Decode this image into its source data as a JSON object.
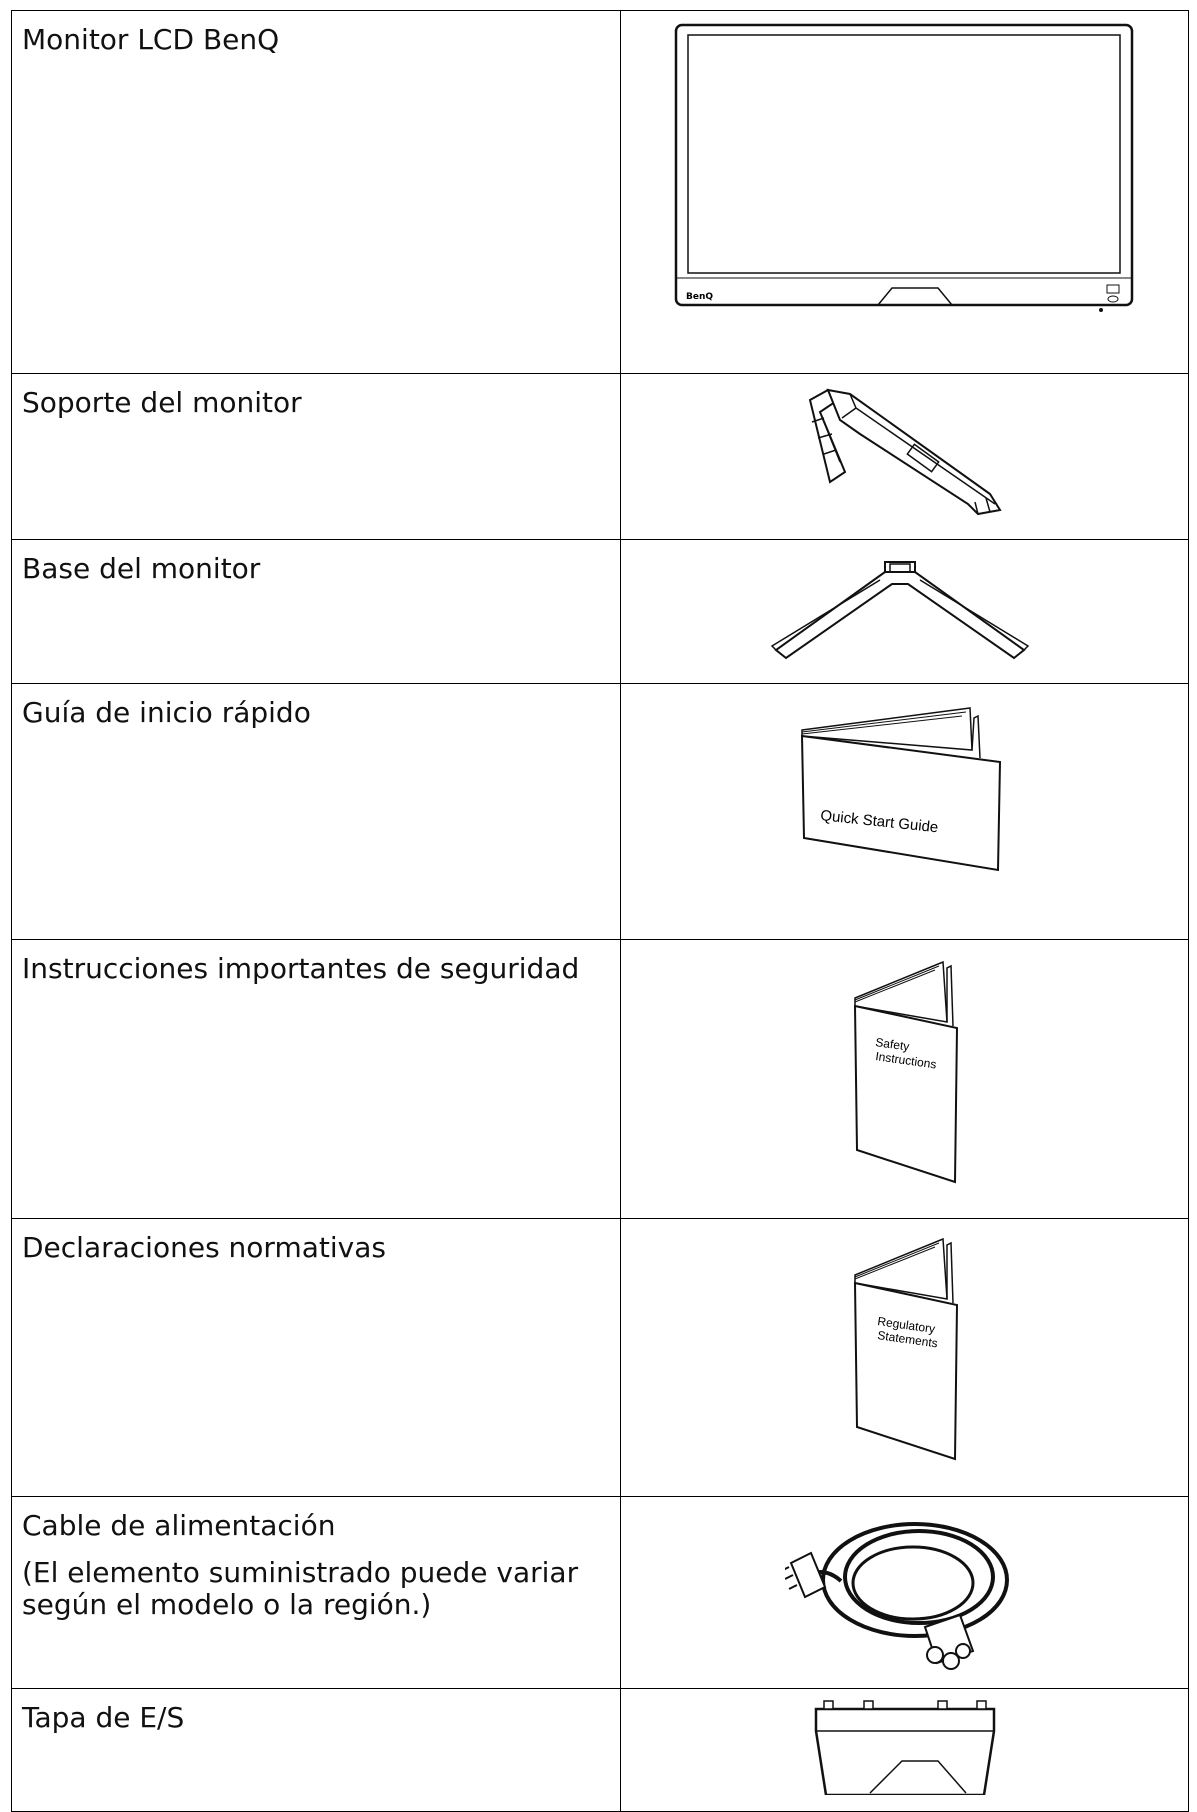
{
  "items": [
    {
      "label": "Monitor LCD BenQ",
      "image": "benq-monitor-front-illustration",
      "brand_text": "BenQ"
    },
    {
      "label": "Soporte del monitor",
      "image": "monitor-stand-illustration"
    },
    {
      "label": "Base del monitor",
      "image": "monitor-base-illustration"
    },
    {
      "label": "Guía de inicio rápido",
      "image": "quick-start-guide-booklet-illustration",
      "booklet_text": "Quick Start Guide"
    },
    {
      "label": "Instrucciones importantes de seguridad",
      "image": "safety-instructions-booklet-illustration",
      "booklet_line1": "Safety",
      "booklet_line2": "Instructions"
    },
    {
      "label": "Declaraciones normativas",
      "image": "regulatory-statements-booklet-illustration",
      "booklet_line1": "Regulatory",
      "booklet_line2": "Statements"
    },
    {
      "label": "Cable de alimentación",
      "note": "(El elemento suministrado puede variar según el modelo o la región.)",
      "image": "power-cable-illustration"
    },
    {
      "label": "Tapa de E/S",
      "image": "io-cover-illustration"
    }
  ]
}
